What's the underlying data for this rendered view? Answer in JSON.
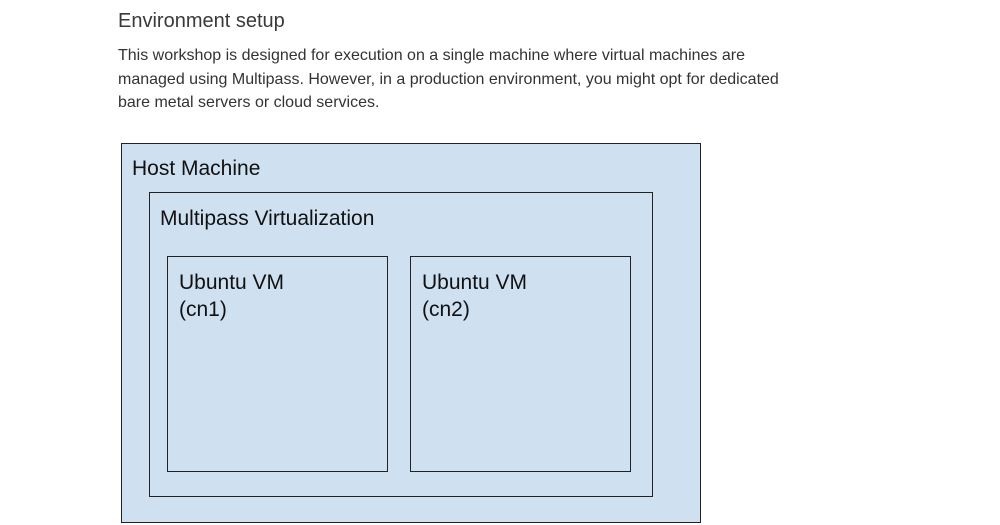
{
  "section": {
    "heading": "Environment setup",
    "intro_lines": [
      "This workshop is designed for execution on a single machine where virtual machines are",
      "managed using Multipass. However, in a production environment, you might opt for dedicated",
      "bare metal servers or cloud services."
    ]
  },
  "diagram": {
    "host": {
      "label": "Host Machine"
    },
    "virtualization": {
      "label": "Multipass Virtualization"
    },
    "vms": [
      {
        "name": "Ubuntu VM",
        "id": "(cn1)"
      },
      {
        "name": "Ubuntu VM",
        "id": "(cn2)"
      }
    ],
    "colors": {
      "fill": "#cfe0f1",
      "stroke": "#222222"
    }
  }
}
